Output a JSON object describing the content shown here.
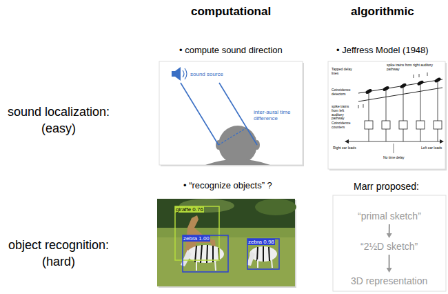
{
  "diagram": {
    "nodes": [
      {
        "text": [
          "“primal sketch”"
        ]
      },
      {
        "text": [
          "“2½D sketch”"
        ]
      },
      {
        "text": [
          "3D representation"
        ]
      }
    ],
    "edges": [
      {
        "from": 0,
        "to": 1,
        "arrow": "to"
      },
      {
        "from": 1,
        "to": 2,
        "arrow": "to"
      }
    ],
    "labels": [
      "computational",
      "algorithmic",
      "sound localization:",
      "(easy)",
      "object recognition:",
      "(hard)",
      "• compute sound direction",
      "• Jeffress Model (1948)",
      "• “recognize objects” ?",
      "Marr proposed:",
      "sound source",
      "inter-aural time difference",
      "Tapped delay lines",
      "Coincidence detectors",
      "spike trains from right auditory pathway",
      "spike trains from left auditory pathway",
      "Coincidence counters",
      "Right ear leads",
      "No time delay",
      "Left ear leads",
      "giraffe 0.76",
      "zebra 1.00",
      "zebra 0.98"
    ]
  }
}
